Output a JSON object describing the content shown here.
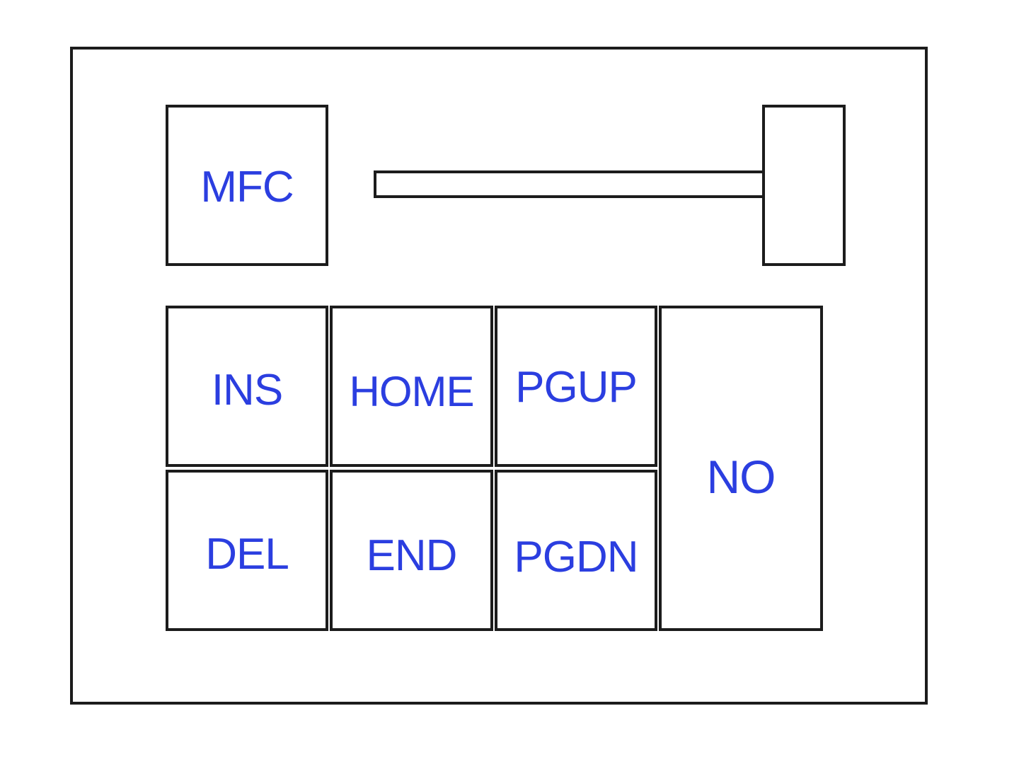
{
  "colors": {
    "outline": "#1c1c1c",
    "label": "#2b3ee0",
    "background": "#ffffff"
  },
  "panel": {
    "mfc_key": {
      "label": "MFC"
    },
    "slider": {},
    "keys": {
      "ins": "INS",
      "home": "HOME",
      "pgup": "PGUP",
      "del": "DEL",
      "end": "END",
      "pgdn": "PGDN",
      "no": "NO"
    }
  }
}
